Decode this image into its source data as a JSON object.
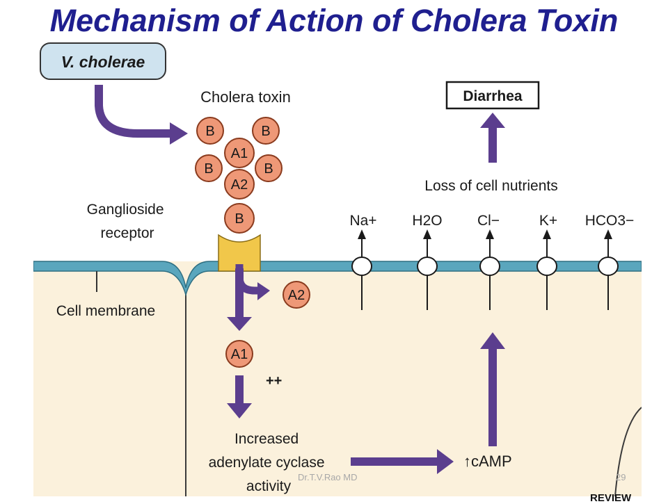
{
  "slide": {
    "title": "Mechanism of Action of Cholera Toxin",
    "footer_author": "Dr.T.V.Rao MD",
    "footer_page": "29",
    "corner_text": "REVIEW"
  },
  "colors": {
    "title": "#1f1f8f",
    "cytoplasm": "#fbf1dc",
    "membrane": "#5aa6bd",
    "arrow": "#5b3e8e",
    "subunit_fill": "#ee9877",
    "receptor": "#f1c74a",
    "pathogen_box": "#cfe3ef"
  },
  "diagram": {
    "pathogen_label": "V. cholerae",
    "toxin_label": "Cholera toxin",
    "toxin_subunits": {
      "b": "B",
      "a1": "A1",
      "a2": "A2"
    },
    "receptor_label": "Ganglioside receptor",
    "membrane_label": "Cell membrane",
    "released_a2": "A2",
    "active_a1": "A1",
    "activation_mark": "++",
    "enzyme_label": "Increased adenylate cyclase activity",
    "camp_label": "↑cAMP",
    "nutrient_loss_label": "Loss of cell nutrients",
    "outcome_label": "Diarrhea",
    "ions": [
      "Na+",
      "H2O",
      "Cl−",
      "K+",
      "HCO3−"
    ]
  }
}
